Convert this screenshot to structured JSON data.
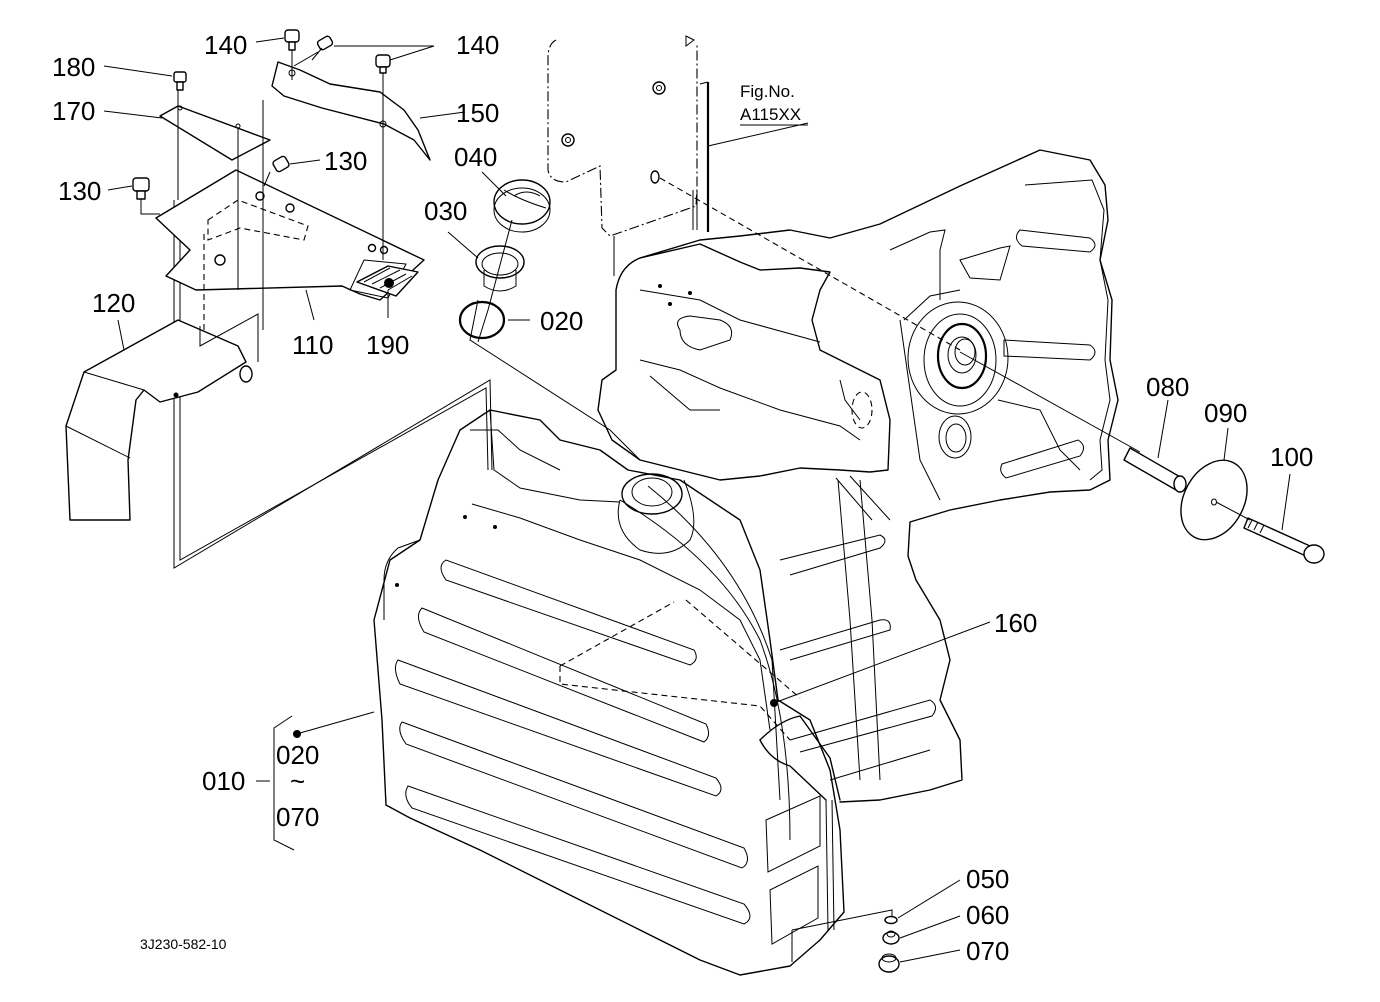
{
  "figure": {
    "fig_no_label": "Fig.No.",
    "fig_no_value": "A115XX",
    "document_code": "3J230-582-10"
  },
  "callouts": [
    {
      "id": "p140a",
      "label": "140",
      "part": "bolt"
    },
    {
      "id": "p140b",
      "label": "140",
      "part": "bolt"
    },
    {
      "id": "p180",
      "label": "180",
      "part": "bolt"
    },
    {
      "id": "p170",
      "label": "170",
      "part": "cover-plate"
    },
    {
      "id": "p150",
      "label": "150",
      "part": "bracket"
    },
    {
      "id": "p130a",
      "label": "130",
      "part": "bolt"
    },
    {
      "id": "p130b",
      "label": "130",
      "part": "bolt"
    },
    {
      "id": "p040",
      "label": "040",
      "part": "fuel-cap"
    },
    {
      "id": "p030",
      "label": "030",
      "part": "filler-neck"
    },
    {
      "id": "p020",
      "label": "020",
      "part": "o-ring"
    },
    {
      "id": "p120",
      "label": "120",
      "part": "side-cover"
    },
    {
      "id": "p110",
      "label": "110",
      "part": "mounting-plate"
    },
    {
      "id": "p190",
      "label": "190",
      "part": "label-plate"
    },
    {
      "id": "p080",
      "label": "080",
      "part": "collar"
    },
    {
      "id": "p090",
      "label": "090",
      "part": "washer"
    },
    {
      "id": "p100",
      "label": "100",
      "part": "flange-bolt"
    },
    {
      "id": "p160",
      "label": "160",
      "part": "cushion"
    },
    {
      "id": "p050",
      "label": "050",
      "part": "gasket"
    },
    {
      "id": "p060",
      "label": "060",
      "part": "drain-plug"
    },
    {
      "id": "p070",
      "label": "070",
      "part": "drain-cap"
    }
  ],
  "assembly": {
    "main_label": "010",
    "range_from": "020",
    "range_separator": "~",
    "range_to": "070",
    "part": "fuel-tank-assembly"
  }
}
